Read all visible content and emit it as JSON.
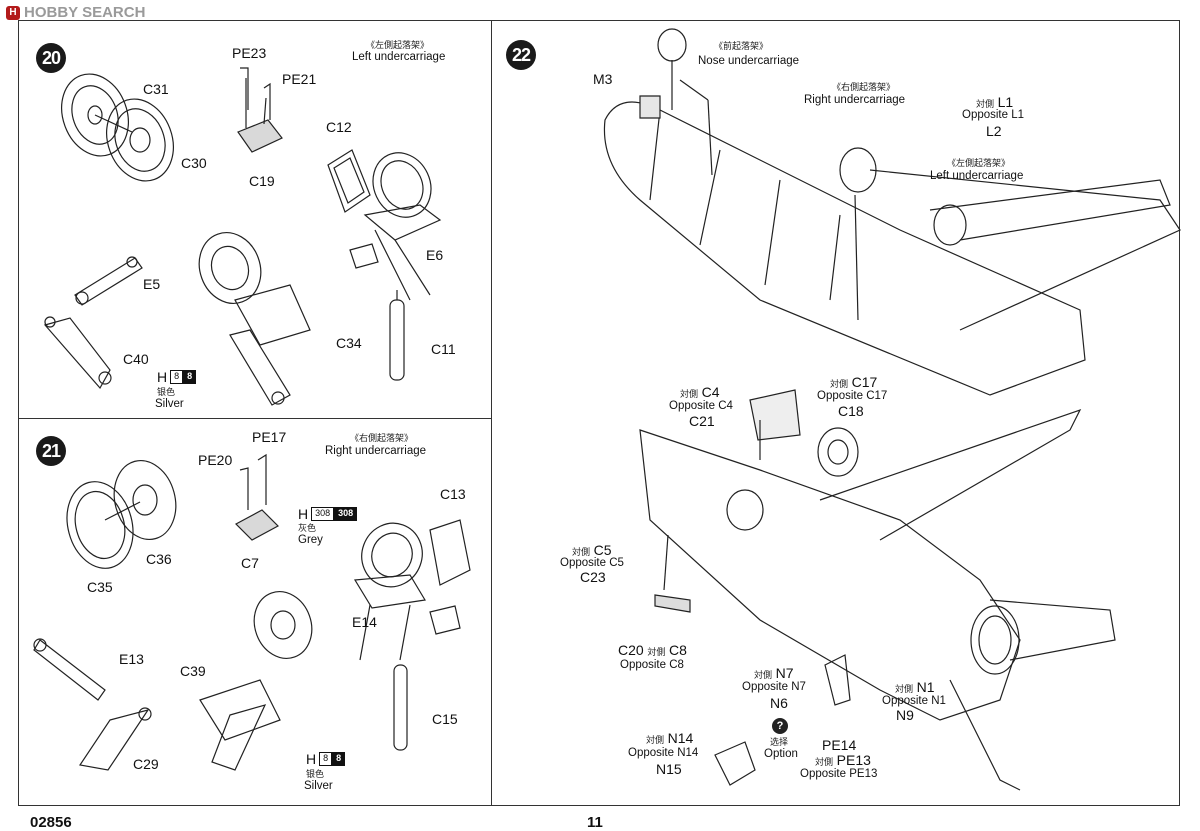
{
  "watermark": {
    "text": "HOBBY SEARCH"
  },
  "footer": {
    "code": "02856",
    "page_number": "11"
  },
  "steps": {
    "s20": {
      "number": "20",
      "cn_title": "《左側起落架》",
      "en_title": "Left undercarriage",
      "parts": {
        "pe23": "PE23",
        "pe21": "PE21",
        "c19": "C19",
        "c31": "C31",
        "c30": "C30",
        "c12": "C12",
        "e6": "E6",
        "e5": "E5",
        "c34": "C34",
        "c11": "C11",
        "c40": "C40"
      },
      "paint": {
        "prefix": "H",
        "code": "8",
        "code_dark": "8",
        "cn": "银色",
        "en": "Silver"
      }
    },
    "s21": {
      "number": "21",
      "cn_title": "《右側起落架》",
      "en_title": "Right  undercarriage",
      "parts": {
        "pe17": "PE17",
        "pe20": "PE20",
        "c7": "C7",
        "c36": "C36",
        "c35": "C35",
        "c13": "C13",
        "e13": "E13",
        "e14": "E14",
        "c39": "C39",
        "c15": "C15",
        "c29": "C29"
      },
      "paint_grey": {
        "prefix": "H",
        "code": "308",
        "code_dark": "308",
        "cn": "灰色",
        "en": "Grey"
      },
      "paint_silver": {
        "prefix": "H",
        "code": "8",
        "code_dark": "8",
        "cn": "银色",
        "en": "Silver"
      }
    },
    "s22": {
      "number": "22",
      "nose_cn": "《前起落架》",
      "nose_en": "Nose undercarriage",
      "right_cn": "《右側起落架》",
      "right_en": "Right undercarriage",
      "left_cn": "《左側起落架》",
      "left_en": "Left undercarriage",
      "opp_cn": "対側",
      "parts": {
        "m3": "M3",
        "l1": "L1",
        "opp_l1": "Opposite L1",
        "l2": "L2",
        "c4": "C4",
        "opp_c4": "Opposite C4",
        "c21": "C21",
        "c17": "C17",
        "opp_c17": "Opposite C17",
        "c18": "C18",
        "c5": "C5",
        "opp_c5": "Opposite C5",
        "c23": "C23",
        "c20": "C20",
        "c8": "C8",
        "opp_c8": "Opposite C8",
        "n7": "N7",
        "opp_n7": "Opposite N7",
        "n6": "N6",
        "n1": "N1",
        "opp_n1": "Opposite N1",
        "n9": "N9",
        "pe14": "PE14",
        "pe13": "PE13",
        "opp_pe13": "Opposite PE13",
        "n14": "N14",
        "opp_n14": "Opposite N14",
        "n15": "N15"
      },
      "option_mark": "?",
      "option_cn": "选择",
      "option_en": "Option"
    }
  }
}
